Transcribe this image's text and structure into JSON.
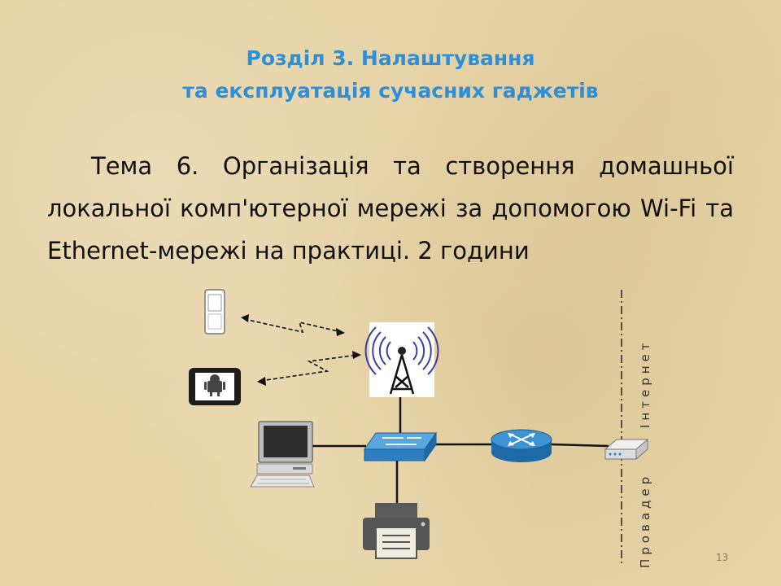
{
  "slide": {
    "title_line1": "Розділ 3. Налаштування",
    "title_line2": "та експлуатація сучасних гаджетів",
    "topic": "Тема 6. Організація та створення домашньої локальної комп'ютерної мережі за допомогою Wi-Fi та Ethernet-мережі на практиці. 2 години",
    "provider_label": "Провадер",
    "internet_label": "Інтернет",
    "page_number": "13"
  },
  "colors": {
    "title": "#2f8fd6",
    "switch": "#2d7fc2",
    "router": "#2d7fc2",
    "antenna_waves": "#3d3f9e"
  },
  "icons": [
    "phone-icon",
    "tablet-android-icon",
    "wifi-tower-icon",
    "computer-icon",
    "network-switch-icon",
    "router-icon",
    "modem-icon",
    "printer-icon"
  ]
}
